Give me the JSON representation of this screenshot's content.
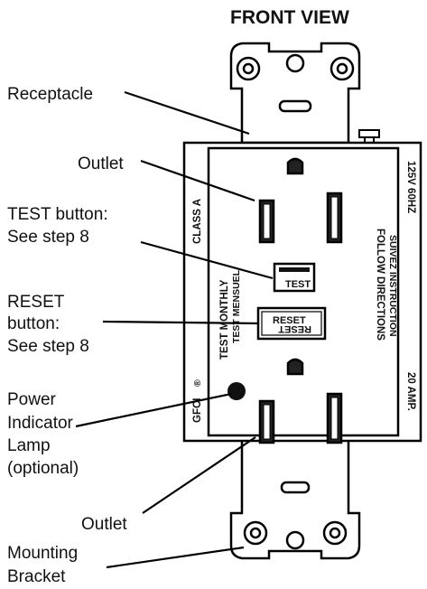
{
  "title": "FRONT VIEW",
  "labels": {
    "receptacle": "Receptacle",
    "outlet_top": "Outlet",
    "test_line1": "TEST button:",
    "test_line2": "See step 8",
    "reset_line1": "RESET",
    "reset_line2": "button:",
    "reset_line3": "See step 8",
    "power_line1": "Power",
    "power_line2": "Indicator",
    "power_line3": "Lamp",
    "power_line4": "(optional)",
    "outlet_bottom": "Outlet",
    "mount_line1": "Mounting",
    "mount_line2": "Bracket"
  },
  "device": {
    "class_a": "CLASS A",
    "gfci": "GFCI",
    "test_monthly": "TEST MONTHLY",
    "test_mensuel": "TEST MENSUEL",
    "follow_directions": "FOLLOW DIRECTIONS",
    "suivez_instruction": "SUIVEZ INSTRUCTION",
    "voltage": "125V   60HZ",
    "amperage": "20 AMP.",
    "test_button": "TEST",
    "reset_button": "RESET"
  }
}
